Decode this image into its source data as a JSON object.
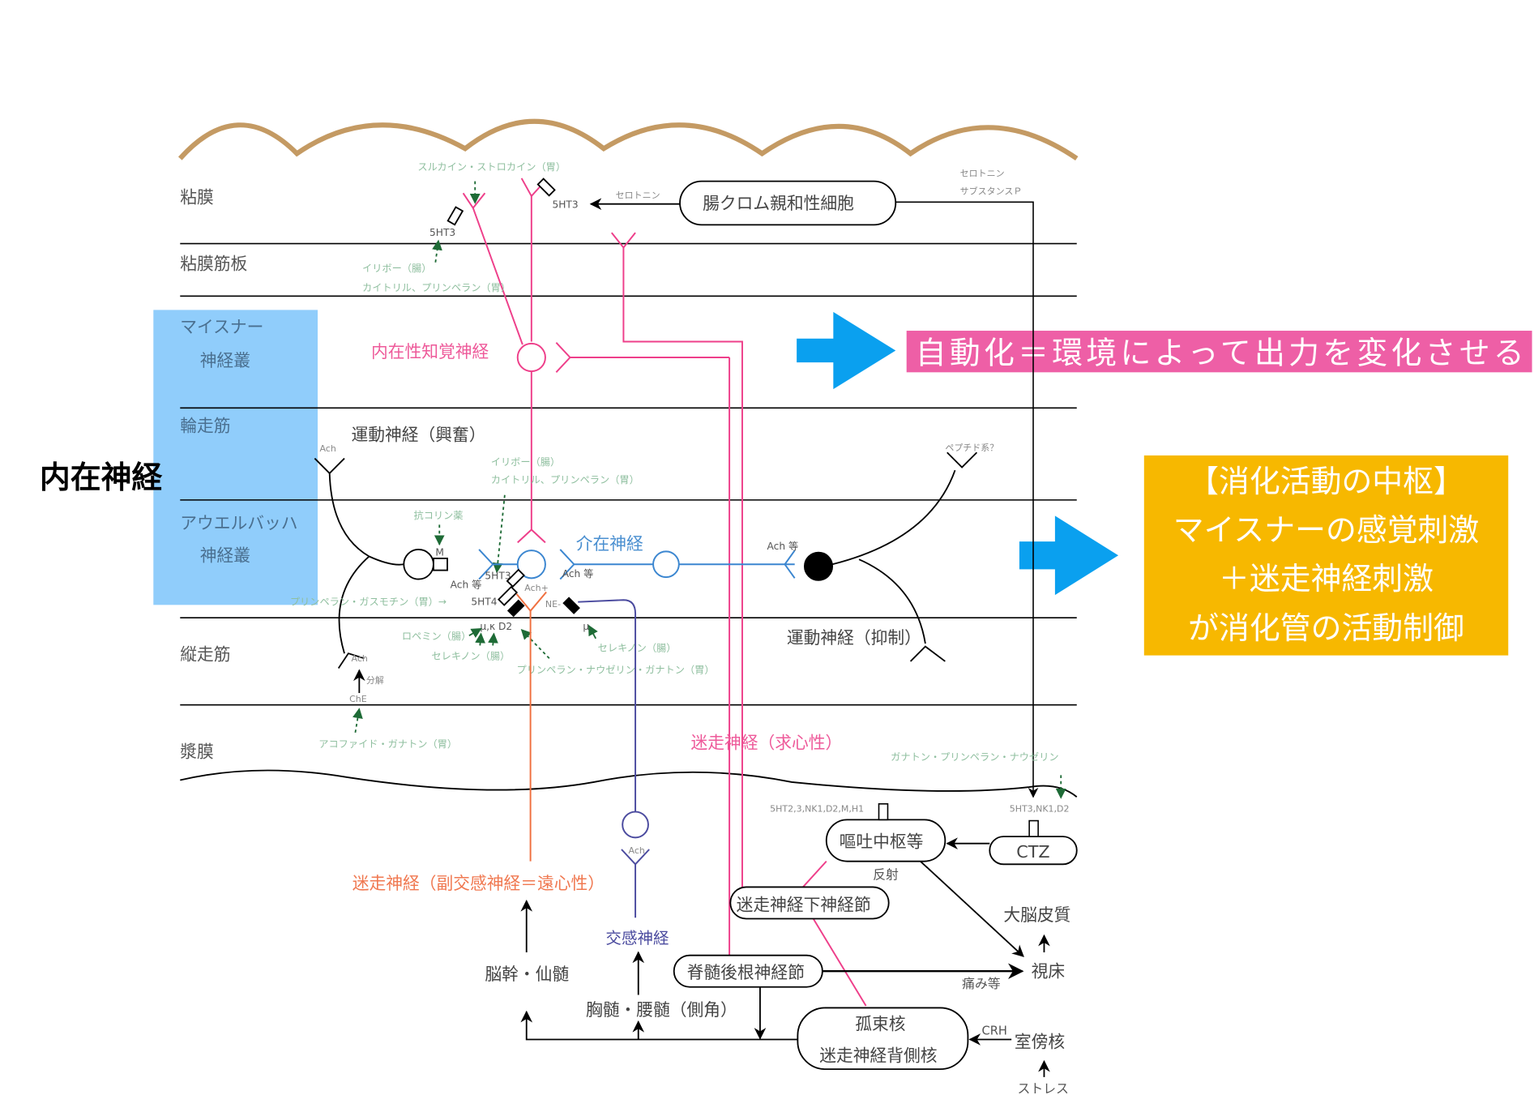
{
  "layers": {
    "mucosa": "粘膜",
    "muscularis_mucosae": "粘膜筋板",
    "meissner_1": "マイスナー",
    "meissner_2": "神経叢",
    "circular_muscle": "輪走筋",
    "auerbach_1": "アウエルバッハ",
    "auerbach_2": "神経叢",
    "longitudinal_muscle": "縦走筋",
    "serosa": "漿膜"
  },
  "title_intrinsic": "内在神経",
  "callouts": {
    "automation": "自動化＝環境によって出力を変化させる",
    "center_lines": [
      "【消化活動の中枢】",
      "マイスナーの感覚刺激",
      "＋迷走神経刺激",
      "が消化管の活動制御"
    ],
    "pink_color": "#ee5fa6",
    "gold_color": "#f7b800",
    "blue_box_color": "#90cdfb",
    "arrow_color": "#0aa0ef"
  },
  "drugs": {
    "sulcaine": "スルカイン・ストロカイン（胃）",
    "iribo_1": "イリボー（腸）",
    "kaitoriru_1": "カイトリル、プリンペラン（胃）",
    "iribo_2": "イリボー（腸）",
    "kaitoriru_2": "カイトリル、プリンペラン（胃）",
    "anticholine": "抗コリン薬",
    "primperan_gasmotin": "プリンペラン・ガスモチン（胃）→",
    "lopemin": "ロペミン（腸）",
    "serekinon_1": "セレキノン（腸）",
    "serekinon_2": "セレキノン（腸）",
    "primperan_nauzelin": "プリンペラン・ナウゼリン・ガナトン（胃）",
    "acofide": "アコファイド・ガナトン（胃）",
    "ganaton_right": "ガナトン・プリンペラン・ナウゼリン"
  },
  "receptors": {
    "ht3_a": "5HT3",
    "ht3_b": "5HT3",
    "ht3_c": "5HT3",
    "ht4": "5HT4",
    "m": "M",
    "mu_kappa_d2": "μ,κ D2",
    "mu": "μ",
    "ach_1": "Ach",
    "ach_eq_1": "Ach 等",
    "ach_eq_2": "Ach 等",
    "ach_eq_3": "Ach 等",
    "ach_plus": "Ach+",
    "ne_minus": "NE-",
    "ach_2": "Ach",
    "che": "ChE",
    "decompose": "分解",
    "ach_symp": "Ach",
    "peptide": "ペプチド系？",
    "serotonin": "セロトニン",
    "serotonin_right": "セロトニン",
    "substance_p": "サブスタンスＰ",
    "vomit_receptors": "5HT2,3,NK1,D2,M,H1",
    "ctz_receptors": "5HT3,NK1,D2"
  },
  "nerves": {
    "intrinsic_sensory": "内在性知覚神経",
    "motor_excite": "運動神経（興奮）",
    "interneuron": "介在神経",
    "motor_inhibit": "運動神経（抑制）",
    "vagal_afferent": "迷走神経（求心性）",
    "vagal_efferent": "迷走神経（副交感神経＝遠心性）",
    "sympathetic": "交感神経"
  },
  "nodes": {
    "ec_cell": "腸クロム親和性細胞",
    "vomit_center": "嘔吐中枢等",
    "ctz": "CTZ",
    "nodose": "迷走神経下神経節",
    "drg": "脊髄後根神経節",
    "nts_1": "孤束核",
    "nts_2": "迷走神経背側核"
  },
  "labels": {
    "reflex": "反射",
    "cortex": "大脳皮質",
    "thalamus": "視床",
    "pain": "痛み等",
    "brainstem": "脳幹・仙髄",
    "thoracolumbar": "胸髄・腰髄（側角）",
    "crh": "CRH",
    "pvn": "室傍核",
    "stress": "ストレス"
  }
}
